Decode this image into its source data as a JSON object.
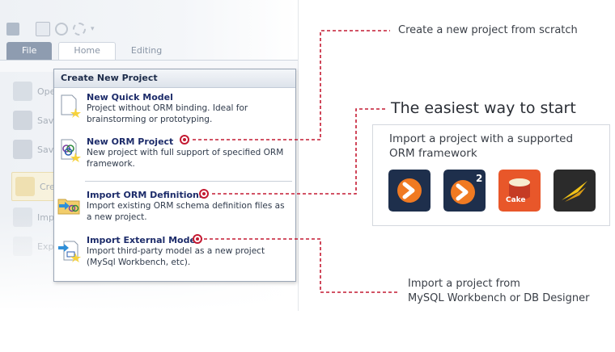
{
  "app": {
    "ribbon_tabs": [
      "File",
      "Home",
      "Editing"
    ],
    "file_items": [
      "Open",
      "Save",
      "Save",
      "Create",
      "Import",
      "Export"
    ]
  },
  "menu": {
    "header": "Create New Project",
    "items": [
      {
        "title": "New Quick Model",
        "desc": "Project without ORM binding. Ideal for brainstorming or prototyping."
      },
      {
        "title": "New ORM Project",
        "desc": "New project with full support of specified ORM framework."
      },
      {
        "title": "Import ORM Definitions",
        "desc": "Import existing ORM schema definition files as a new project."
      },
      {
        "title": "Import External Model",
        "desc": "Import third-party model as a new project (MySql Workbench, etc)."
      }
    ]
  },
  "callouts": {
    "scratch": "Create a new project from scratch",
    "headline": "The easiest way to start",
    "orm": "Import a project with a supported ORM framework",
    "external_line1": "Import a project from",
    "external_line2": "MySQL Workbench or DB Designer"
  },
  "orm_logos": [
    "doctrine-logo",
    "doctrine2-logo",
    "cakephp-logo",
    "propel-logo"
  ],
  "colors": {
    "accent": "#c41a32",
    "menu_title": "#1d2c6a"
  }
}
